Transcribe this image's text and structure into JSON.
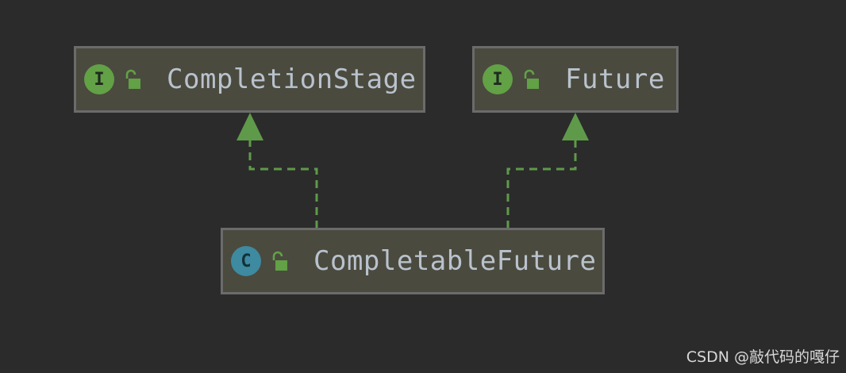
{
  "diagram": {
    "nodes": [
      {
        "id": "completion-stage",
        "kind_letter": "I",
        "kind": "interface",
        "name": "CompletionStage",
        "visibility_icon": "open-lock-icon"
      },
      {
        "id": "future",
        "kind_letter": "I",
        "kind": "interface",
        "name": "Future",
        "visibility_icon": "open-lock-icon"
      },
      {
        "id": "completable-future",
        "kind_letter": "C",
        "kind": "class",
        "name": "CompletableFuture",
        "visibility_icon": "open-lock-icon"
      }
    ],
    "edges": [
      {
        "from": "completable-future",
        "to": "completion-stage",
        "relation": "implements",
        "style": "dashed",
        "arrow": "hollow-triangle"
      },
      {
        "from": "completable-future",
        "to": "future",
        "relation": "implements",
        "style": "dashed",
        "arrow": "hollow-triangle"
      }
    ],
    "colors": {
      "background": "#2b2b2b",
      "node_fill": "#4a4a3f",
      "node_border": "#6b6b6b",
      "interface_badge": "#62a145",
      "class_badge": "#3e8aa0",
      "edge": "#5f9a4a",
      "label_text": "#b9c2cc"
    }
  },
  "watermark": "CSDN @敲代码的嘎仔"
}
